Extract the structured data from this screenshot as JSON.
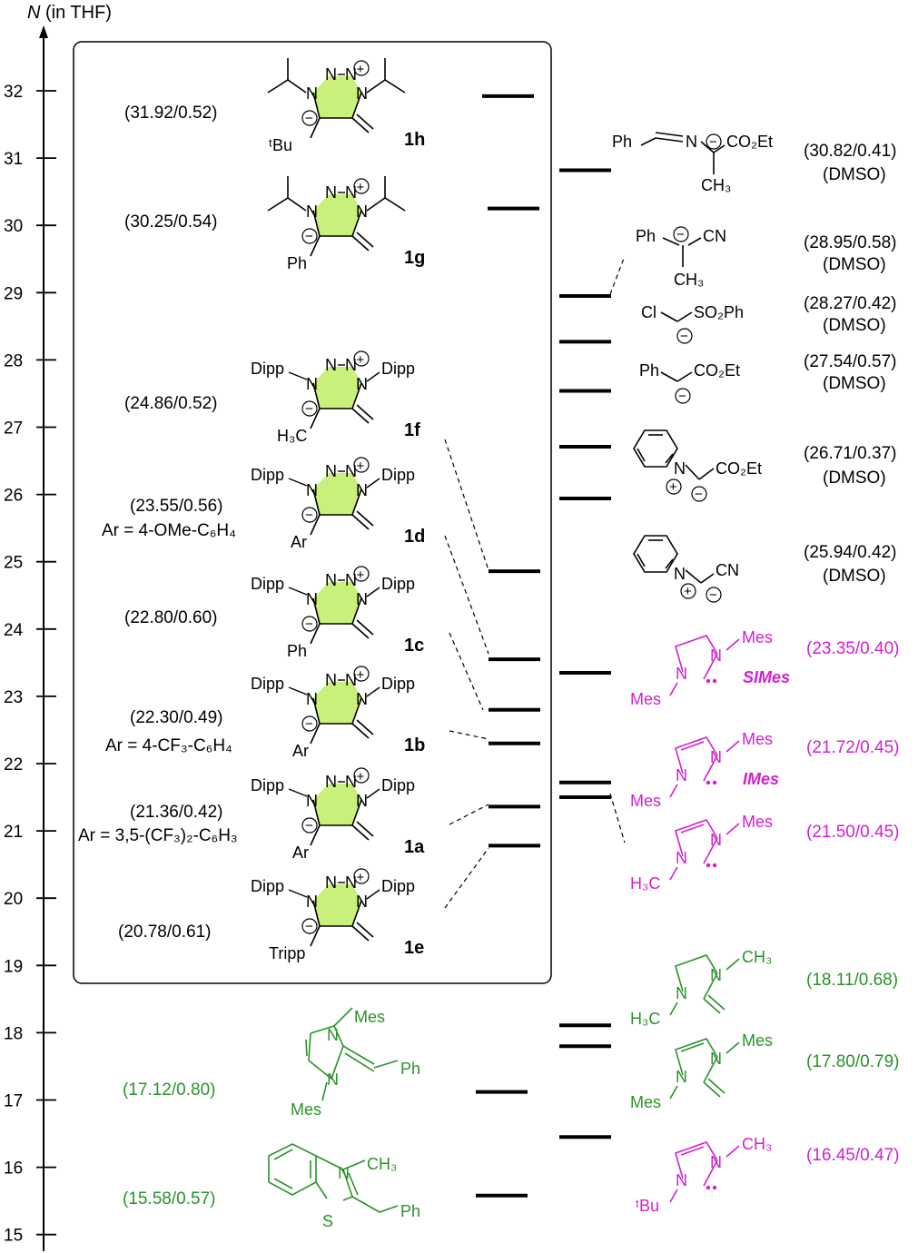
{
  "axis": {
    "label_italic": "N",
    "label_rest": " (in THF)",
    "ticks": [
      32,
      31,
      30,
      29,
      28,
      27,
      26,
      25,
      24,
      23,
      22,
      21,
      20,
      19,
      18,
      17,
      16,
      15
    ]
  },
  "colors": {
    "black": "#000000",
    "magenta": "#d21fd2",
    "green": "#2a922a",
    "ring_fill": "#c9f07a"
  },
  "left_entries": [
    {
      "id": "1h",
      "value": "(31.92/0.52)",
      "N": 31.92,
      "sub1": "ᵗBu"
    },
    {
      "id": "1g",
      "value": "(30.25/0.54)",
      "N": 30.25,
      "sub1": "Ph"
    },
    {
      "id": "1f",
      "value": "(24.86/0.52)",
      "N": 24.86,
      "sub1": "H₃C"
    },
    {
      "id": "1d",
      "value": "(23.55/0.56)",
      "note": "Ar = 4-OMe-C₆H₄",
      "N": 23.55,
      "sub1": "Ar"
    },
    {
      "id": "1c",
      "value": "(22.80/0.60)",
      "N": 22.8,
      "sub1": "Ph"
    },
    {
      "id": "1b",
      "value": "(22.30/0.49)",
      "note": "Ar = 4-CF₃-C₆H₄",
      "N": 22.3,
      "sub1": "Ar"
    },
    {
      "id": "1a",
      "value": "(21.36/0.42)",
      "note": "Ar = 3,5-(CF₃)₂-C₆H₃",
      "N": 21.36,
      "sub1": "Ar"
    },
    {
      "id": "1e",
      "value": "(20.78/0.61)",
      "N": 20.78,
      "sub1": "Tripp"
    }
  ],
  "left_green": [
    {
      "value": "(17.12/0.80)",
      "N": 17.12,
      "mes1": "Mes",
      "mes2": "Mes",
      "ph": "Ph"
    },
    {
      "value": "(15.58/0.57)",
      "N": 15.58,
      "ch3": "CH₃",
      "s": "S",
      "ph": "Ph"
    }
  ],
  "right_entries": [
    {
      "value": "(30.82/0.41)",
      "solvent": "(DMSO)",
      "N": 30.82
    },
    {
      "value": "(28.95/0.58)",
      "solvent": "(DMSO)",
      "N": 28.95
    },
    {
      "value": "(28.27/0.42)",
      "solvent": "(DMSO)",
      "N": 28.27
    },
    {
      "value": "(27.54/0.57)",
      "solvent": "(DMSO)",
      "N": 27.54
    },
    {
      "value": "(26.71/0.37)",
      "solvent": "(DMSO)",
      "N": 26.71
    },
    {
      "value": "(25.94/0.42)",
      "solvent": "(DMSO)",
      "N": 25.94
    },
    {
      "value": "(23.35/0.40)",
      "N": 23.35,
      "name": "SIMes"
    },
    {
      "value": "(21.72/0.45)",
      "N": 21.72,
      "name": "IMes"
    },
    {
      "value": "(21.50/0.45)",
      "N": 21.5
    },
    {
      "value": "(18.11/0.68)",
      "N": 18.11
    },
    {
      "value": "(17.80/0.79)",
      "N": 17.8
    },
    {
      "value": "(16.45/0.47)",
      "N": 16.45
    }
  ],
  "struct_labels": {
    "dipp": "Dipp",
    "n": "N",
    "plus": "+",
    "minus": "−",
    "r1_ph": "Ph",
    "r1_n": "N",
    "r1_co2et": "CO₂Et",
    "r1_ch3": "CH₃",
    "r2_ph": "Ph",
    "r2_cn": "CN",
    "r2_ch3": "CH₃",
    "r3_cl": "Cl",
    "r3_so2ph": "SO₂Ph",
    "r4_ph": "Ph",
    "r4_co2et": "CO₂Et",
    "r5_co2et": "CO₂Et",
    "r6_cn": "CN",
    "mes": "Mes",
    "h3c": "H₃C",
    "ch3": "CH₃",
    "tbu": "ᵗBu"
  }
}
